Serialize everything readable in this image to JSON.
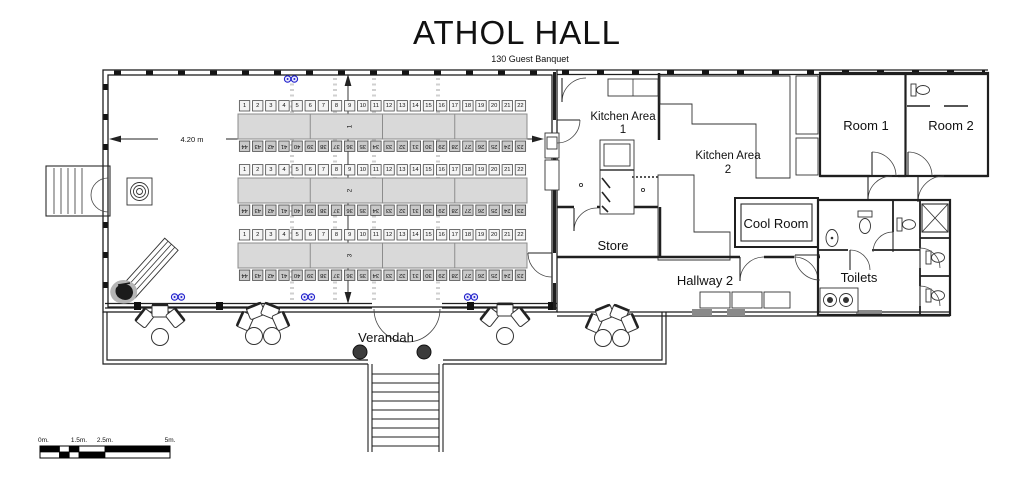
{
  "title": "ATHOL HALL",
  "subtitle": "130 Guest Banquet",
  "rooms": {
    "kitchen1_line1": "Kitchen Area",
    "kitchen1_line2": "1",
    "kitchen2_line1": "Kitchen Area",
    "kitchen2_line2": "2",
    "room1": "Room 1",
    "room2": "Room 2",
    "cool_room": "Cool Room",
    "store": "Store",
    "hallway2": "Hallway 2",
    "toilets": "Toilets",
    "verandah": "Verandah"
  },
  "annotations": {
    "hall_width_dimension": "4.20 m"
  },
  "scale_bar": {
    "labels": [
      "0m.",
      "1.5m.",
      "2.5m.",
      "5m."
    ]
  },
  "banquet": {
    "rows": [
      {
        "table_number": "1",
        "top_seats": [
          1,
          2,
          3,
          4,
          5,
          6,
          7,
          8,
          9,
          10,
          11,
          12,
          13,
          14,
          15,
          16,
          17,
          18,
          19,
          20,
          21,
          22
        ],
        "bottom_seats": [
          44,
          43,
          42,
          41,
          40,
          39,
          38,
          37,
          36,
          35,
          34,
          33,
          32,
          31,
          30,
          29,
          28,
          27,
          26,
          25,
          24,
          23
        ]
      },
      {
        "table_number": "2",
        "top_seats": [
          1,
          2,
          3,
          4,
          5,
          6,
          7,
          8,
          9,
          10,
          11,
          12,
          13,
          14,
          15,
          16,
          17,
          18,
          19,
          20,
          21,
          22
        ],
        "bottom_seats": [
          44,
          43,
          42,
          41,
          40,
          39,
          38,
          37,
          36,
          35,
          34,
          33,
          32,
          31,
          30,
          29,
          28,
          27,
          26,
          25,
          24,
          23
        ]
      },
      {
        "table_number": "3",
        "top_seats": [
          1,
          2,
          3,
          4,
          5,
          6,
          7,
          8,
          9,
          10,
          11,
          12,
          13,
          14,
          15,
          16,
          17,
          18,
          19,
          20,
          21,
          22
        ],
        "bottom_seats": [
          44,
          43,
          42,
          41,
          40,
          39,
          38,
          37,
          36,
          35,
          34,
          33,
          32,
          31,
          30,
          29,
          28,
          27,
          26,
          25,
          24,
          23
        ]
      }
    ]
  },
  "colors": {
    "outlet": "#2222cc",
    "table_fill": "#d9d9d9",
    "wall": "#1f1f1f"
  }
}
